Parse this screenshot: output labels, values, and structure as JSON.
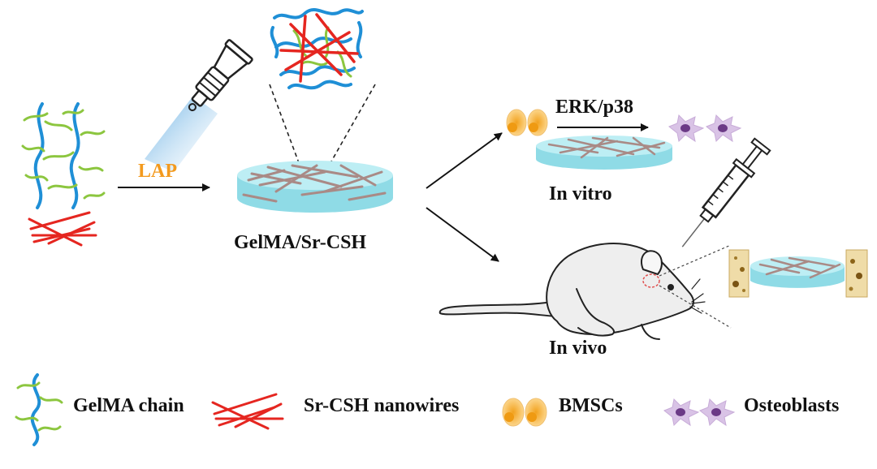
{
  "labels": {
    "lap": "LAP",
    "gelma_srcsh": "GelMA/Sr-CSH",
    "erk": "ERK/p38",
    "in_vitro": "In vitro",
    "in_vivo": "In vivo"
  },
  "legend": [
    {
      "label": "GelMA chain",
      "icon": "gelma-chain-icon"
    },
    {
      "label": "Sr-CSH nanowires",
      "icon": "nanowire-icon"
    },
    {
      "label": "BMSCs",
      "icon": "bmsc-icon"
    },
    {
      "label": "Osteoblasts",
      "icon": "osteoblast-icon"
    }
  ],
  "colors": {
    "chain_blue": "#1f8fd6",
    "chain_green": "#8cc63f",
    "nanowire_red": "#e52620",
    "lap_orange": "#f39a1e",
    "hydrogel_cyan": "#a6e4ec",
    "fiber_brown": "#a98a86",
    "bmsc_orange": "#f5a623",
    "osteoblast_purple": "#b48cc8"
  }
}
